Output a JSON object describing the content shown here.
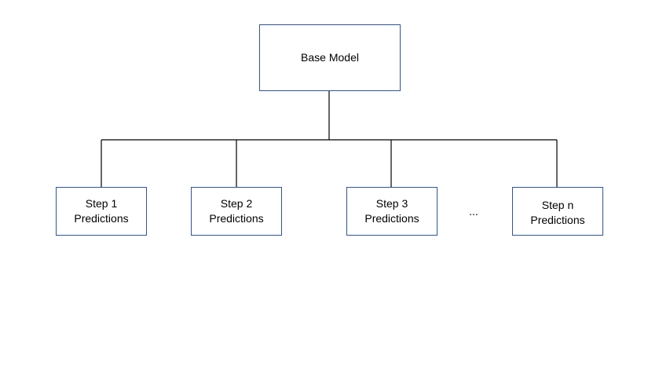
{
  "diagram": {
    "root": {
      "label": "Base Model"
    },
    "children": [
      {
        "line1": "Step 1",
        "line2": "Predictions"
      },
      {
        "line1": "Step 2",
        "line2": "Predictions"
      },
      {
        "line1": "Step 3",
        "line2": "Predictions"
      },
      {
        "line1": "Step n",
        "line2": "Predictions"
      }
    ],
    "gap_marker": "...",
    "colors": {
      "box_border": "#2f5597",
      "connector": "#000000",
      "background": "#ffffff",
      "text": "#000000"
    }
  }
}
